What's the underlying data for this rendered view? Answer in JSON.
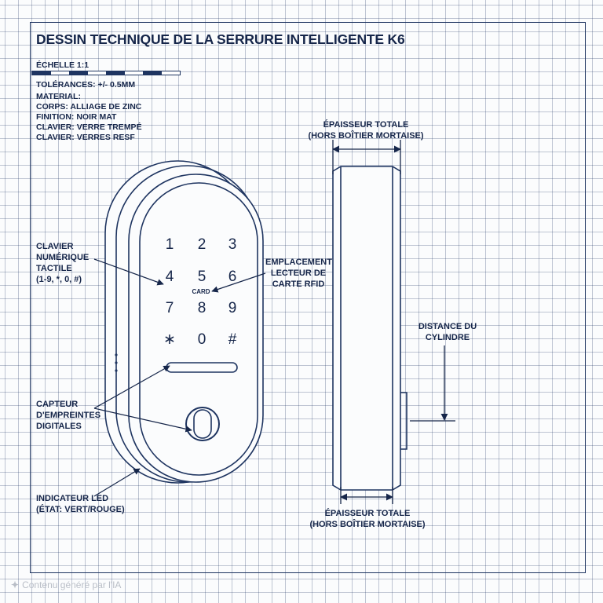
{
  "header": {
    "title": "DESSIN TECHNIQUE DE LA SERRURE INTELLIGENTE K6",
    "scale": "ÉCHELLE 1:1",
    "specs": [
      "TOLÉRANCES: +/- 0.5MM",
      "MATERIAL:",
      "CORPS: ALLIAGE DE ZINC",
      "FINITION: NOIR MAT",
      "CLAVIER: VERRE TREMPÉ",
      "CLAVIER: VERRES RESF"
    ]
  },
  "keypad": {
    "keys": [
      "1",
      "2",
      "3",
      "4",
      "5",
      "6",
      "7",
      "8",
      "9",
      "∗",
      "0",
      "#"
    ],
    "card_text": "CARD"
  },
  "callouts": {
    "keypad": [
      "CLAVIER",
      "NUMÉRIQUE",
      "TACTILE",
      "(1-9, *, 0, #)"
    ],
    "rfid": [
      "EMPLACEMENT",
      "LECTEUR DE",
      "CARTE RFID"
    ],
    "fingerprint": [
      "CAPTEUR",
      "D'EMPREINTES",
      "DIGITALES"
    ],
    "led": [
      "INDICATEUR LED",
      "(ÉTAT: VERT/ROUGE)"
    ],
    "thickness_top": [
      "ÉPAISSEUR TOTALE",
      "(HORS BOÎTIER MORTAISE)"
    ],
    "thickness_bottom": [
      "ÉPAISSEUR TOTALE",
      "(HORS BOÎTIER MORTAISE)"
    ],
    "cylinder": [
      "DISTANCE DU",
      "CYLINDRE"
    ]
  },
  "footer": {
    "icon": "ai-sparkle-icon",
    "text": "Contenu généré par l'IA"
  },
  "colors": {
    "ink": "#16264a",
    "line": "#1e3460",
    "grid": "#b4bfd3",
    "paper": "#fbfcfd"
  }
}
